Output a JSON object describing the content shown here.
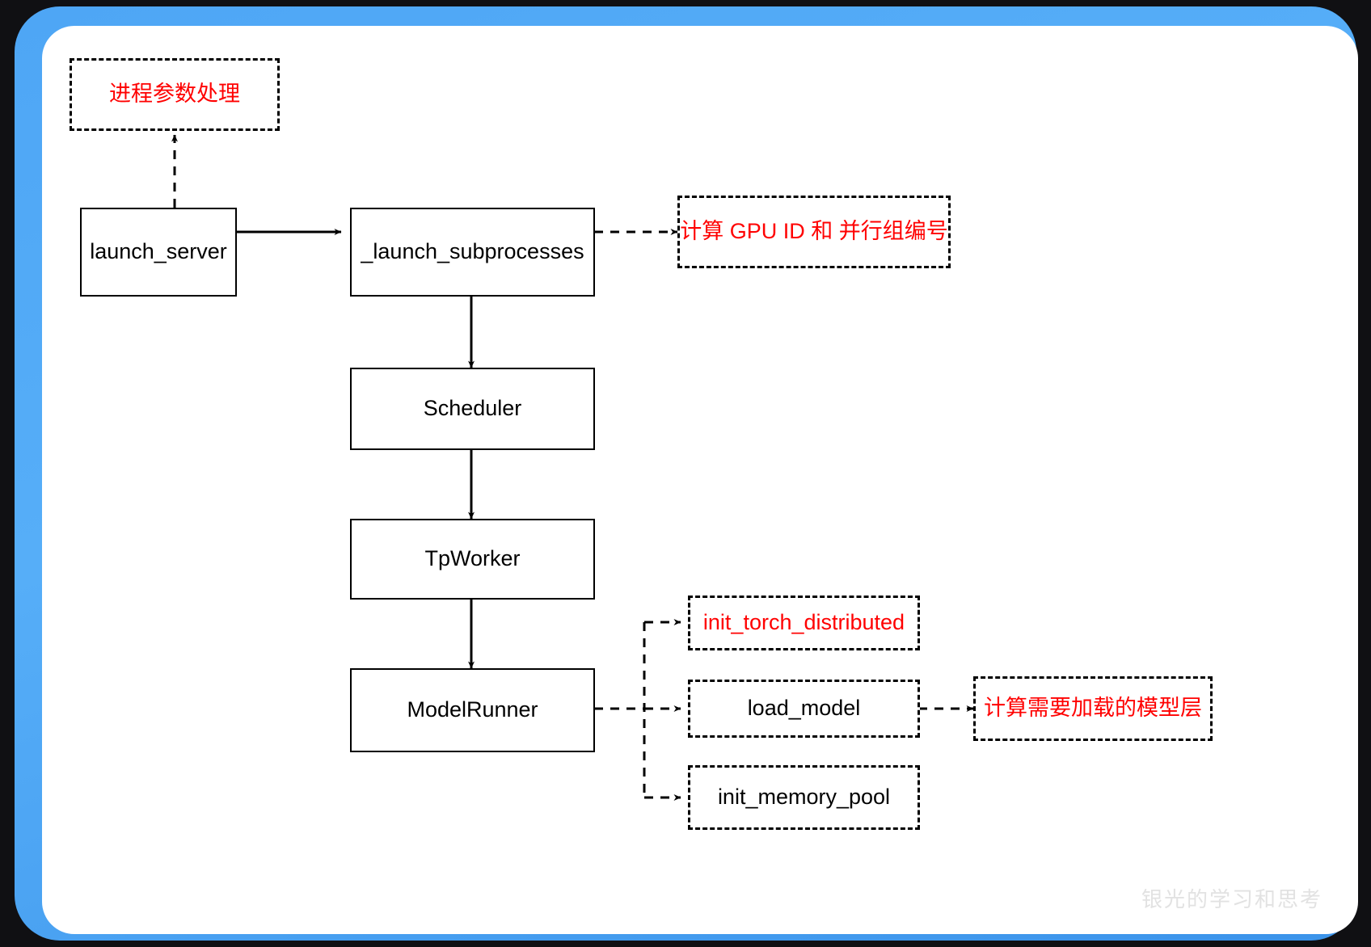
{
  "diagram": {
    "title_watermark": "银光的学习和思考",
    "colors": {
      "frame_blue": "#4ea6f5",
      "canvas_white": "#ffffff",
      "node_border": "#000000",
      "annotation_red": "#ff0000",
      "page_background": "#101013"
    },
    "nodes": {
      "process_args": {
        "label": "进程参数处理",
        "style": "dashed",
        "text_color": "red"
      },
      "launch_server": {
        "label": "launch_server",
        "style": "solid",
        "text_color": "black"
      },
      "launch_subprocesses": {
        "label": "_launch_subprocesses",
        "style": "solid",
        "text_color": "black"
      },
      "gpu_id_note": {
        "label": "计算 GPU ID 和 并行组编号",
        "style": "dashed",
        "text_color": "red"
      },
      "scheduler": {
        "label": "Scheduler",
        "style": "solid",
        "text_color": "black"
      },
      "tp_worker": {
        "label": "TpWorker",
        "style": "solid",
        "text_color": "black"
      },
      "model_runner": {
        "label": "ModelRunner",
        "style": "solid",
        "text_color": "black"
      },
      "init_torch_distributed": {
        "label": "init_torch_distributed",
        "style": "dashed",
        "text_color": "red"
      },
      "load_model": {
        "label": "load_model",
        "style": "dashed",
        "text_color": "black"
      },
      "init_memory_pool": {
        "label": "init_memory_pool",
        "style": "dashed",
        "text_color": "black"
      },
      "model_layers_note": {
        "label": "计算需要加载的模型层",
        "style": "dashed",
        "text_color": "red"
      }
    },
    "edges": [
      {
        "from": "launch_server",
        "to": "process_args",
        "style": "dashed",
        "direction": "up"
      },
      {
        "from": "launch_server",
        "to": "launch_subprocesses",
        "style": "solid",
        "direction": "right"
      },
      {
        "from": "launch_subprocesses",
        "to": "gpu_id_note",
        "style": "dashed",
        "direction": "right"
      },
      {
        "from": "launch_subprocesses",
        "to": "scheduler",
        "style": "solid",
        "direction": "down"
      },
      {
        "from": "scheduler",
        "to": "tp_worker",
        "style": "solid",
        "direction": "down"
      },
      {
        "from": "tp_worker",
        "to": "model_runner",
        "style": "solid",
        "direction": "down"
      },
      {
        "from": "model_runner",
        "to": "init_torch_distributed",
        "style": "dashed",
        "direction": "right"
      },
      {
        "from": "model_runner",
        "to": "load_model",
        "style": "dashed",
        "direction": "right"
      },
      {
        "from": "model_runner",
        "to": "init_memory_pool",
        "style": "dashed",
        "direction": "right"
      },
      {
        "from": "load_model",
        "to": "model_layers_note",
        "style": "dashed",
        "direction": "right"
      }
    ]
  }
}
